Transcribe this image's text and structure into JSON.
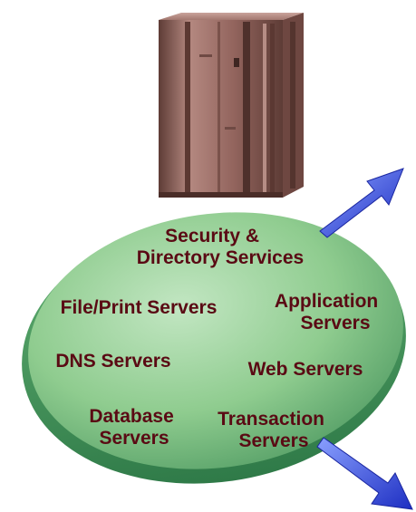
{
  "colors": {
    "label_text": "#5a0a14",
    "disc_light": "#c2e6c2",
    "disc_mid": "#8fcc8f",
    "disc_dark": "#4f9a62",
    "disc_edge": "#2f7a48",
    "mainframe_light": "#b48880",
    "mainframe_mid": "#93655e",
    "mainframe_dark": "#5e3c36",
    "arrow_light": "#8aa0ff",
    "arrow_dark": "#1d2ec2"
  },
  "icons": {
    "mainframe": "mainframe-server-icon",
    "arrow": "growth-arrow-icon"
  },
  "labels": {
    "security": [
      "Security &",
      "Directory Services"
    ],
    "application": [
      "Application",
      "Servers"
    ],
    "fileprint": [
      "File/Print Servers"
    ],
    "dns": [
      "DNS Servers"
    ],
    "web": [
      "Web Servers"
    ],
    "database": [
      "Database",
      "Servers"
    ],
    "transaction": [
      "Transaction",
      "Servers"
    ]
  }
}
